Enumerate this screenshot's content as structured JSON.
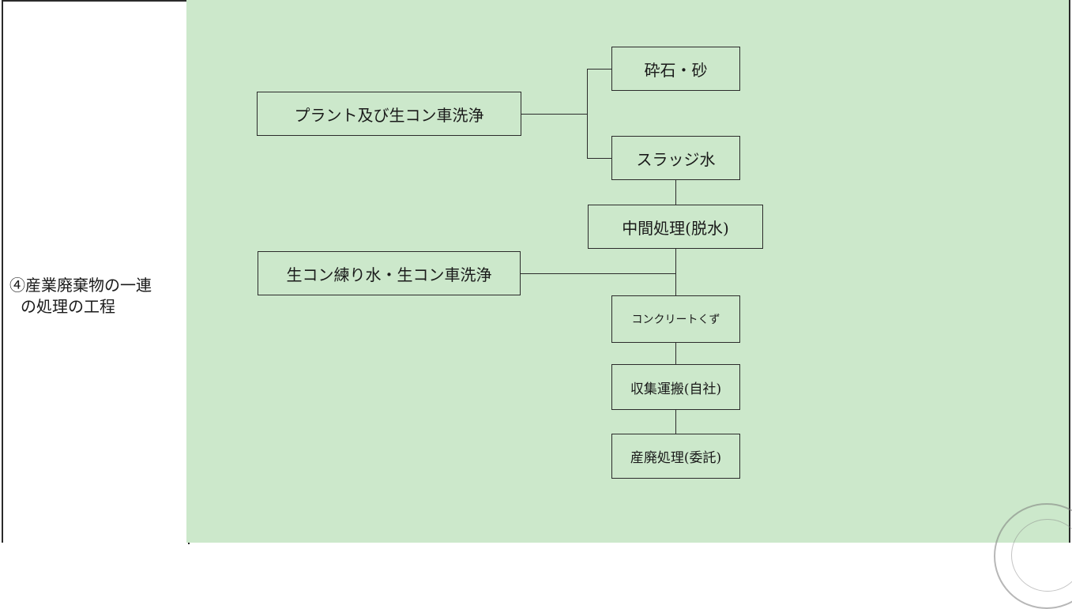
{
  "row_label": {
    "line1": "④産業廃棄物の一連",
    "line2": "の処理の工程"
  },
  "flow": {
    "plant_wash": "プラント及び生コン車洗浄",
    "gravel_sand": "砕石・砂",
    "sludge_water": "スラッジ水",
    "intermediate": "中間処理(脱水)",
    "mixing_water": "生コン練り水・生コン車洗浄",
    "concrete_waste": "コンクリートくず",
    "collection": "収集運搬(自社)",
    "disposal": "産廃処理(委託)"
  }
}
